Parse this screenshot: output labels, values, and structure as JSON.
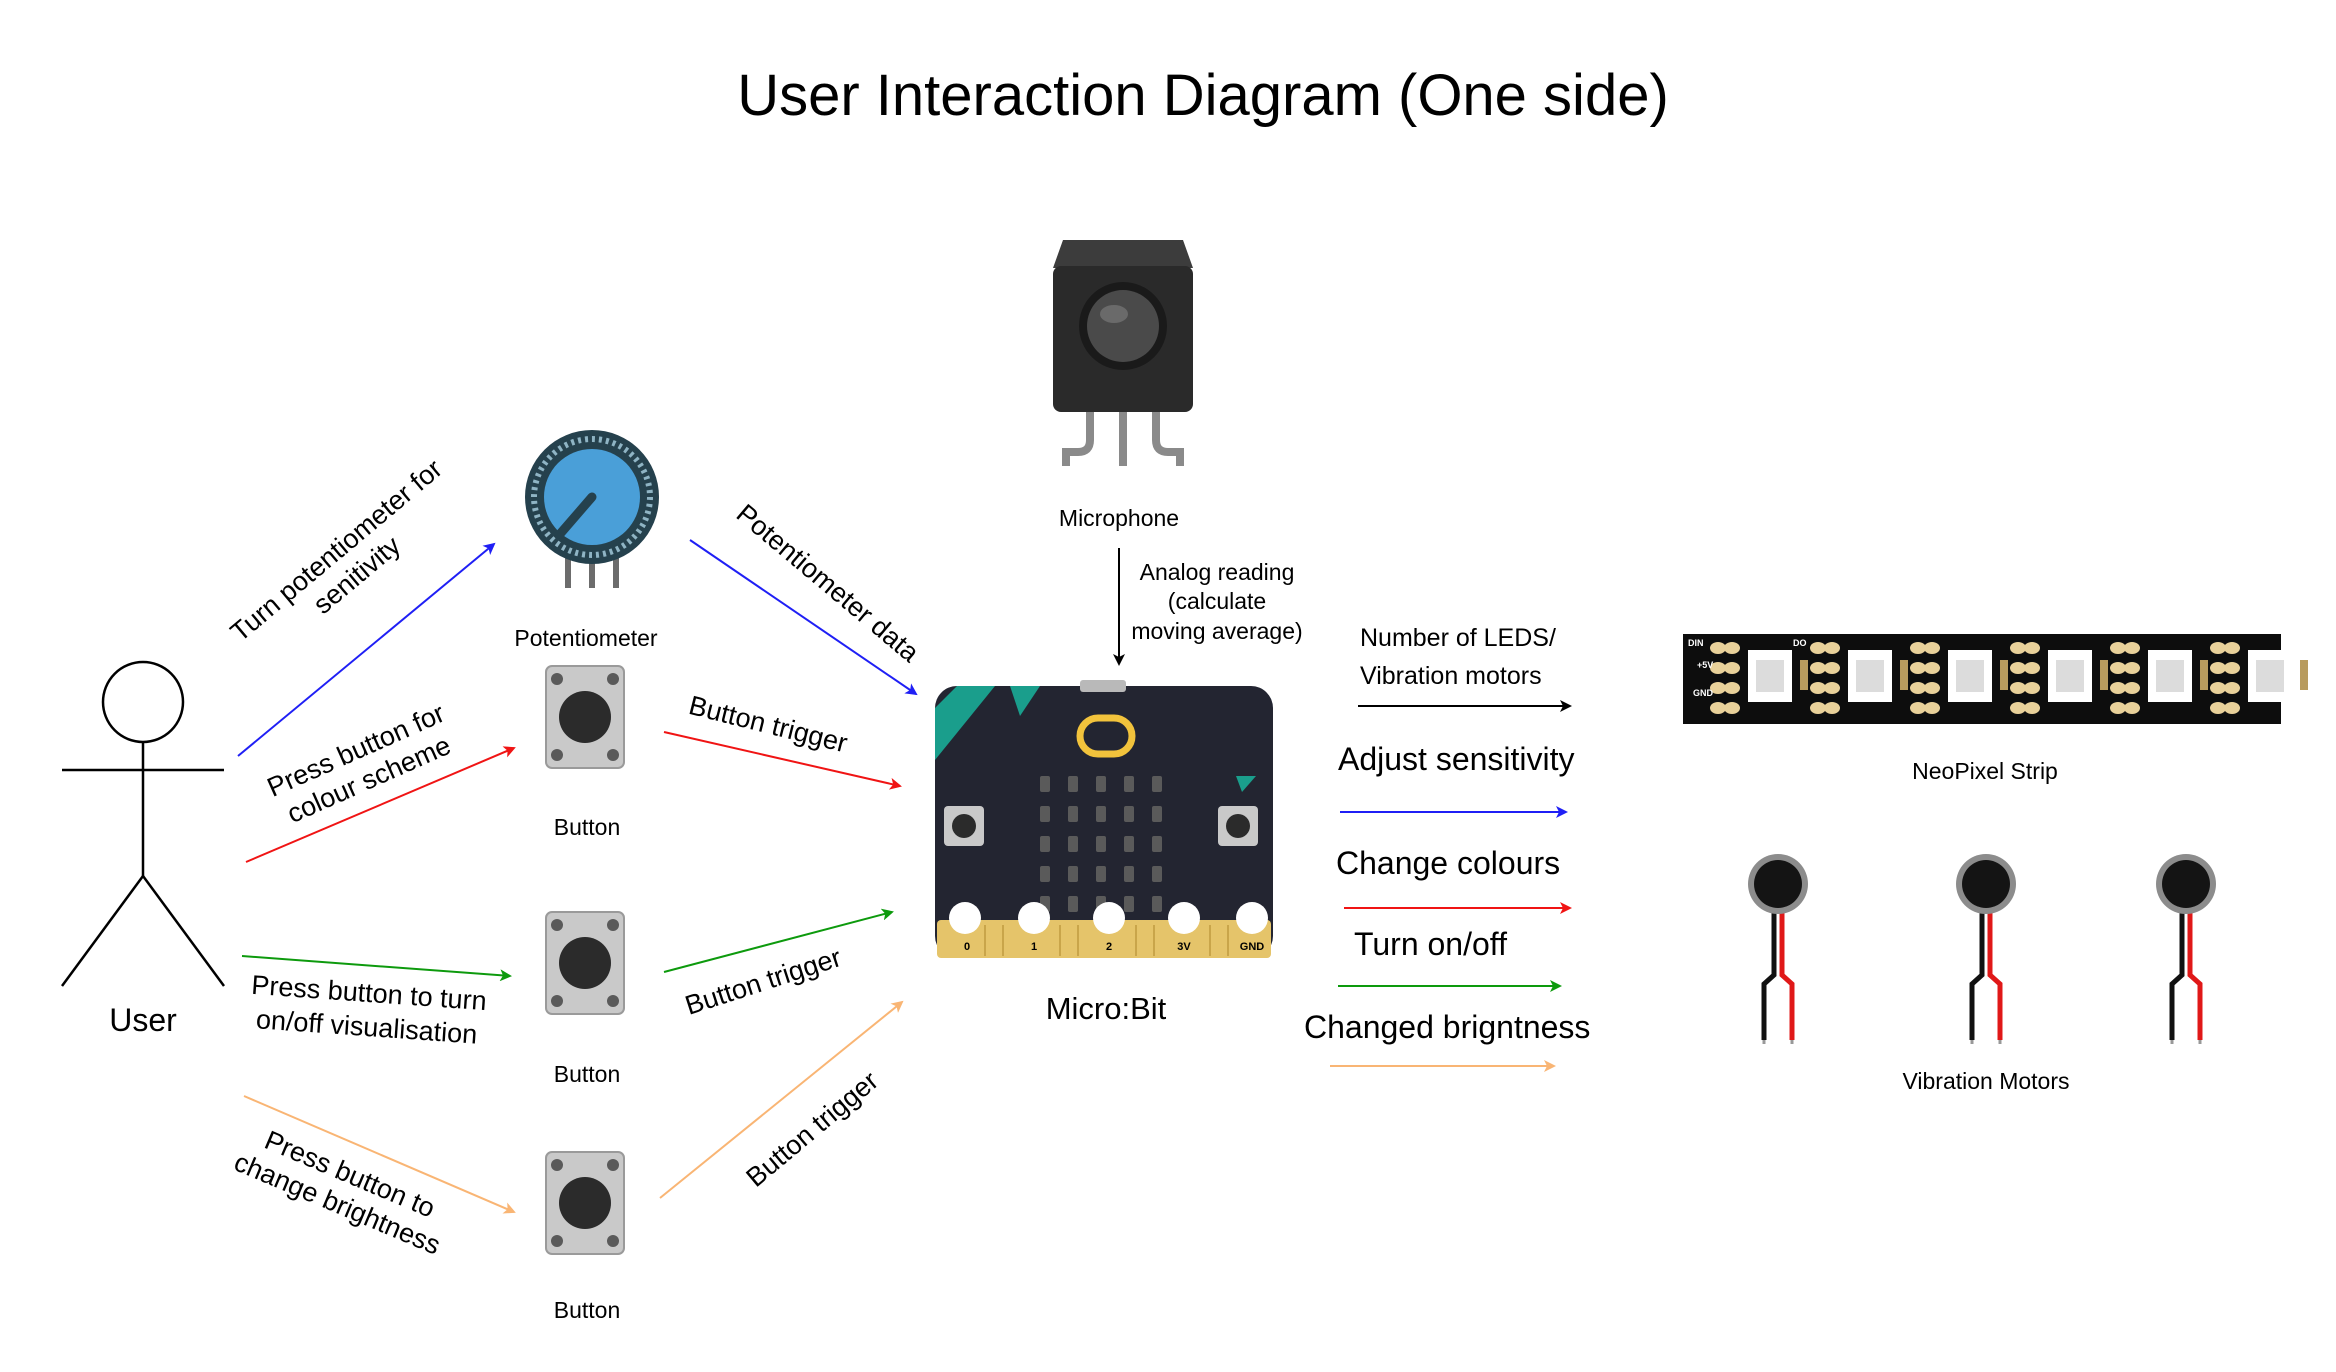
{
  "title": "User Interaction Diagram (One side)",
  "colors": {
    "blue": "#1f1ff5",
    "red": "#f01414",
    "green": "#0d9a0d",
    "orange": "#f9b574",
    "black": "#000000",
    "microbit_board": "#232531",
    "microbit_accent": "#1a9e8c",
    "microbit_gold": "#e5c46a",
    "pot_blue": "#4a9fd8"
  },
  "actor": {
    "label": "User"
  },
  "components": {
    "potentiometer": "Potentiometer",
    "button1": "Button",
    "button2": "Button",
    "button3": "Button",
    "microphone": "Microphone",
    "microbit": "Micro:Bit",
    "neopixel": "NeoPixel Strip",
    "vibration": "Vibration Motors"
  },
  "microbit_pins": [
    "0",
    "1",
    "2",
    "3V",
    "GND"
  ],
  "neopixel_labels": {
    "din": "DIN",
    "do": "DO",
    "v5": "+5V",
    "gnd": "GND"
  },
  "edges": {
    "user_to_pot": "Turn potentiometer for senitivity",
    "user_to_pot_l1": "Turn potentiometer for",
    "user_to_pot_l2": "senitivity",
    "user_to_btn1_l1": "Press button for",
    "user_to_btn1_l2": "colour scheme",
    "user_to_btn2_l1": "Press button to turn",
    "user_to_btn2_l2": "on/off visualisation",
    "user_to_btn3_l1": "Press button to",
    "user_to_btn3_l2": "change brightness",
    "pot_to_mb": "Potentiometer data",
    "btn1_to_mb": "Button trigger",
    "btn2_to_mb": "Button trigger",
    "btn3_to_mb": "Button trigger",
    "mic_to_mb_l1": "Analog reading",
    "mic_to_mb_l2": "(calculate",
    "mic_to_mb_l3": "moving average)"
  },
  "legend": {
    "number_l1": "Number of LEDS/",
    "number_l2": "Vibration motors",
    "sensitivity": "Adjust sensitivity",
    "colours": "Change colours",
    "onoff": "Turn on/off",
    "brightness": "Changed brigntness"
  }
}
